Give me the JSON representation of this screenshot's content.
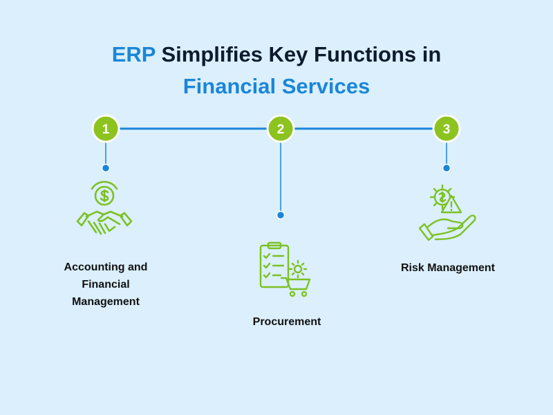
{
  "title": {
    "line1_accent": "ERP",
    "line1_rest": " Simplifies Key Functions in",
    "line2": "Financial Services"
  },
  "steps": [
    {
      "number": "1",
      "label": "Accounting and Financial Management",
      "icon": "handshake-dollar-icon"
    },
    {
      "number": "2",
      "label": "Procurement",
      "icon": "checklist-cart-icon"
    },
    {
      "number": "3",
      "label": "Risk Management",
      "icon": "hand-gear-warning-icon"
    }
  ],
  "colors": {
    "background": "#dbeffc",
    "accent_blue": "#1a86d8",
    "badge_green": "#8dc31f",
    "icon_green": "#7cc122",
    "title_dark": "#0d1b2e"
  }
}
